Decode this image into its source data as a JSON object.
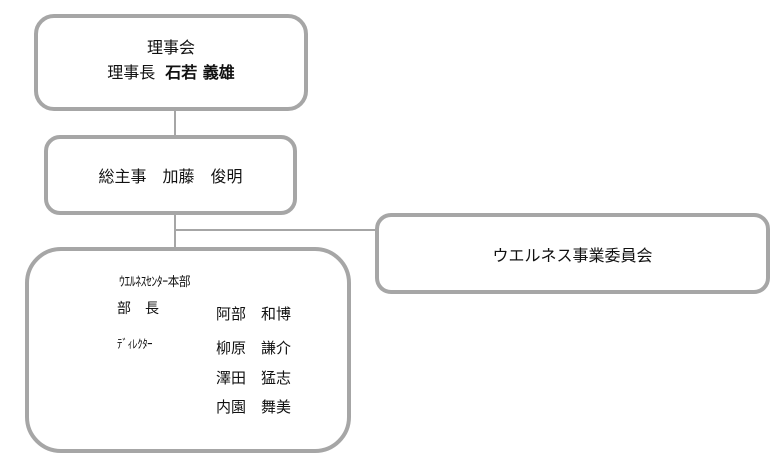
{
  "board": {
    "title": "理事会",
    "chair_role": "理事長",
    "chair_name": "石若 義雄"
  },
  "general_manager": {
    "role": "総主事",
    "name": "加藤　俊明"
  },
  "committee": {
    "name": "ウエルネス事業委員会"
  },
  "wellness_center": {
    "title": "ｳｴﾙﾈｽｾﾝﾀｰ本部",
    "manager_role": "部　長",
    "manager_name": "阿部　和博",
    "director_role": "ﾃﾞｨﾚｸﾀｰ",
    "directors": [
      "柳原　謙介",
      "澤田　猛志",
      "内園　舞美"
    ]
  }
}
